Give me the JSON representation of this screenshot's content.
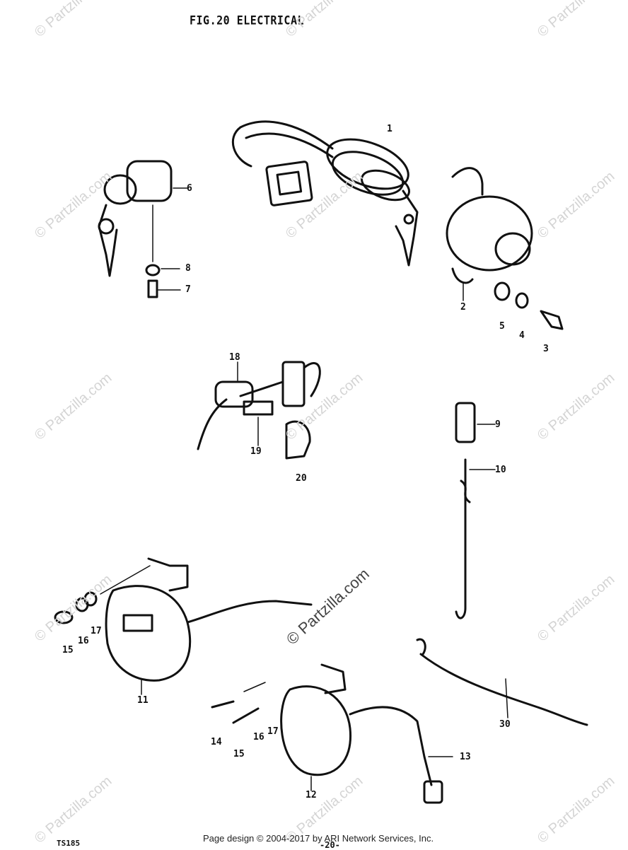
{
  "header": {
    "title": "FIG.20 ELECTRICAL"
  },
  "callouts": [
    "1",
    "2",
    "3",
    "4",
    "5",
    "6",
    "7",
    "8",
    "9",
    "10",
    "11",
    "12",
    "13",
    "14",
    "15",
    "15",
    "16",
    "16",
    "17",
    "17",
    "18",
    "19",
    "20",
    "30"
  ],
  "watermark": {
    "text": "© Partzilla.com",
    "center_text": "© Partzilla.com"
  },
  "footer": {
    "copyright": "Page design © 2004-2017 by ARI Network Services, Inc.",
    "page_ref": "TS185",
    "page_number": "-20-"
  }
}
